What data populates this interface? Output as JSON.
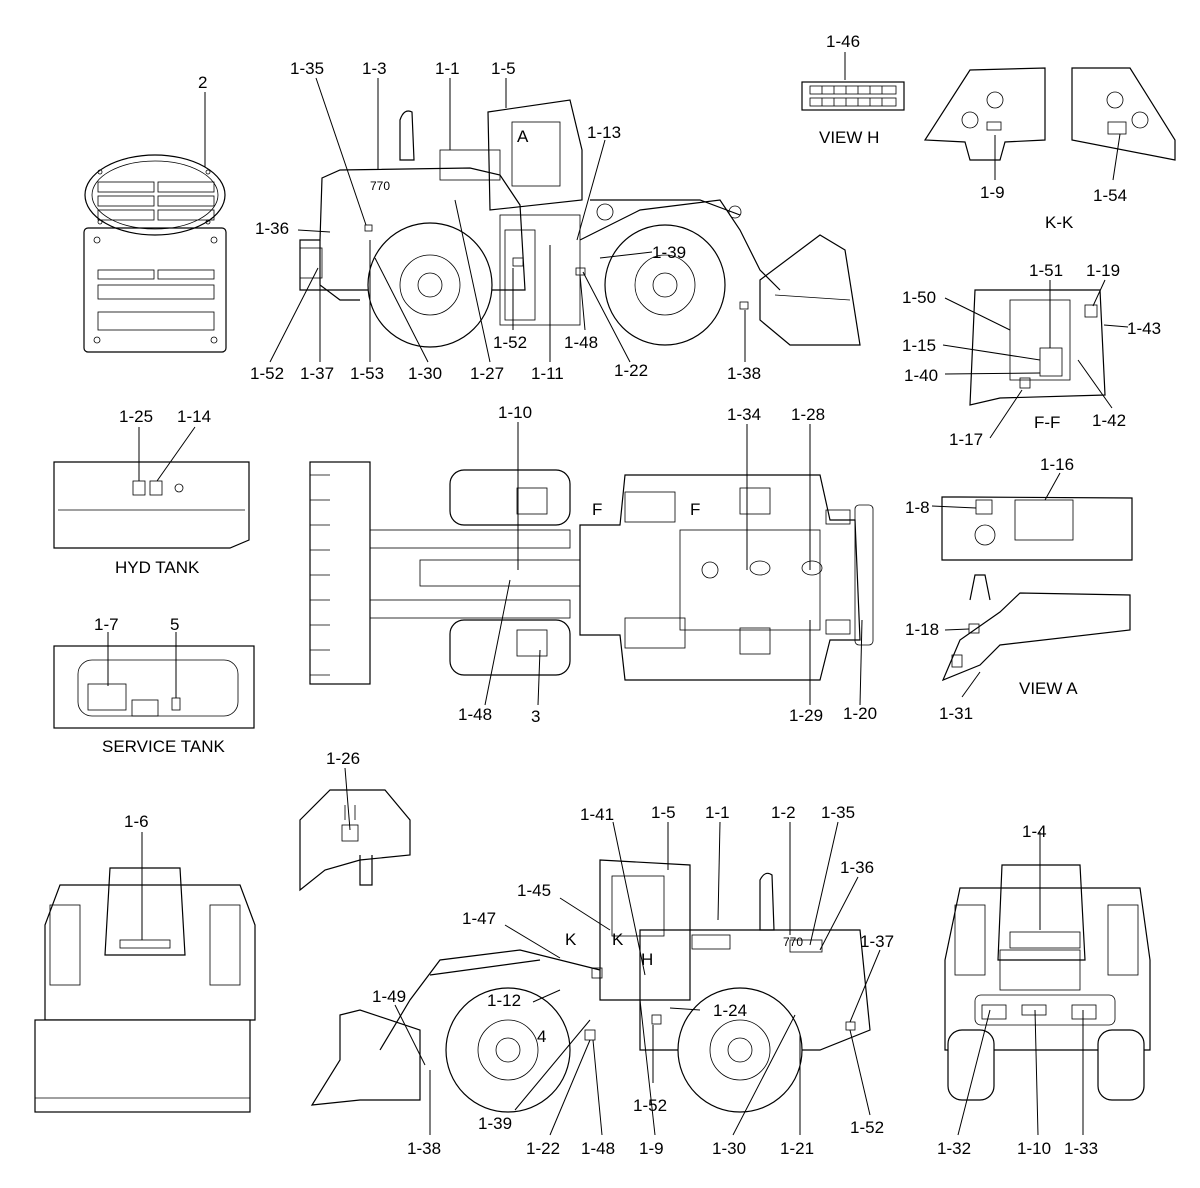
{
  "captions": {
    "view_h": "VIEW H",
    "kk": "K-K",
    "ff": "F-F",
    "view_a": "VIEW A",
    "hyd_tank": "HYD TANK",
    "service_tank": "SERVICE TANK",
    "model_side": "770",
    "model_rear": "770"
  },
  "letters": {
    "a": "A",
    "f_left": "F",
    "f_right": "F",
    "k_left": "K",
    "k_right": "K",
    "h": "H"
  },
  "labels": [
    "2",
    "1-35",
    "1-3",
    "1-1",
    "1-5",
    "1-13",
    "1-36",
    "1-39",
    "1-52",
    "1-37",
    "1-53",
    "1-30",
    "1-27",
    "1-52",
    "1-11",
    "1-48",
    "1-22",
    "1-38",
    "1-46",
    "1-9",
    "1-54",
    "1-51",
    "1-19",
    "1-50",
    "1-43",
    "1-15",
    "1-40",
    "1-17",
    "1-42",
    "1-25",
    "1-14",
    "1-10",
    "1-34",
    "1-28",
    "1-16",
    "1-8",
    "1-18",
    "1-31",
    "1-7",
    "5",
    "1-48",
    "3",
    "1-29",
    "1-20",
    "1-26",
    "1-6",
    "1-41",
    "1-5",
    "1-1",
    "1-2",
    "1-35",
    "1-36",
    "1-45",
    "1-47",
    "1-37",
    "1-49",
    "1-12",
    "1-24",
    "4",
    "1-39",
    "1-52",
    "1-52",
    "1-38",
    "1-22",
    "1-48",
    "1-9",
    "1-30",
    "1-21",
    "1-4",
    "1-32",
    "1-10",
    "1-33"
  ]
}
